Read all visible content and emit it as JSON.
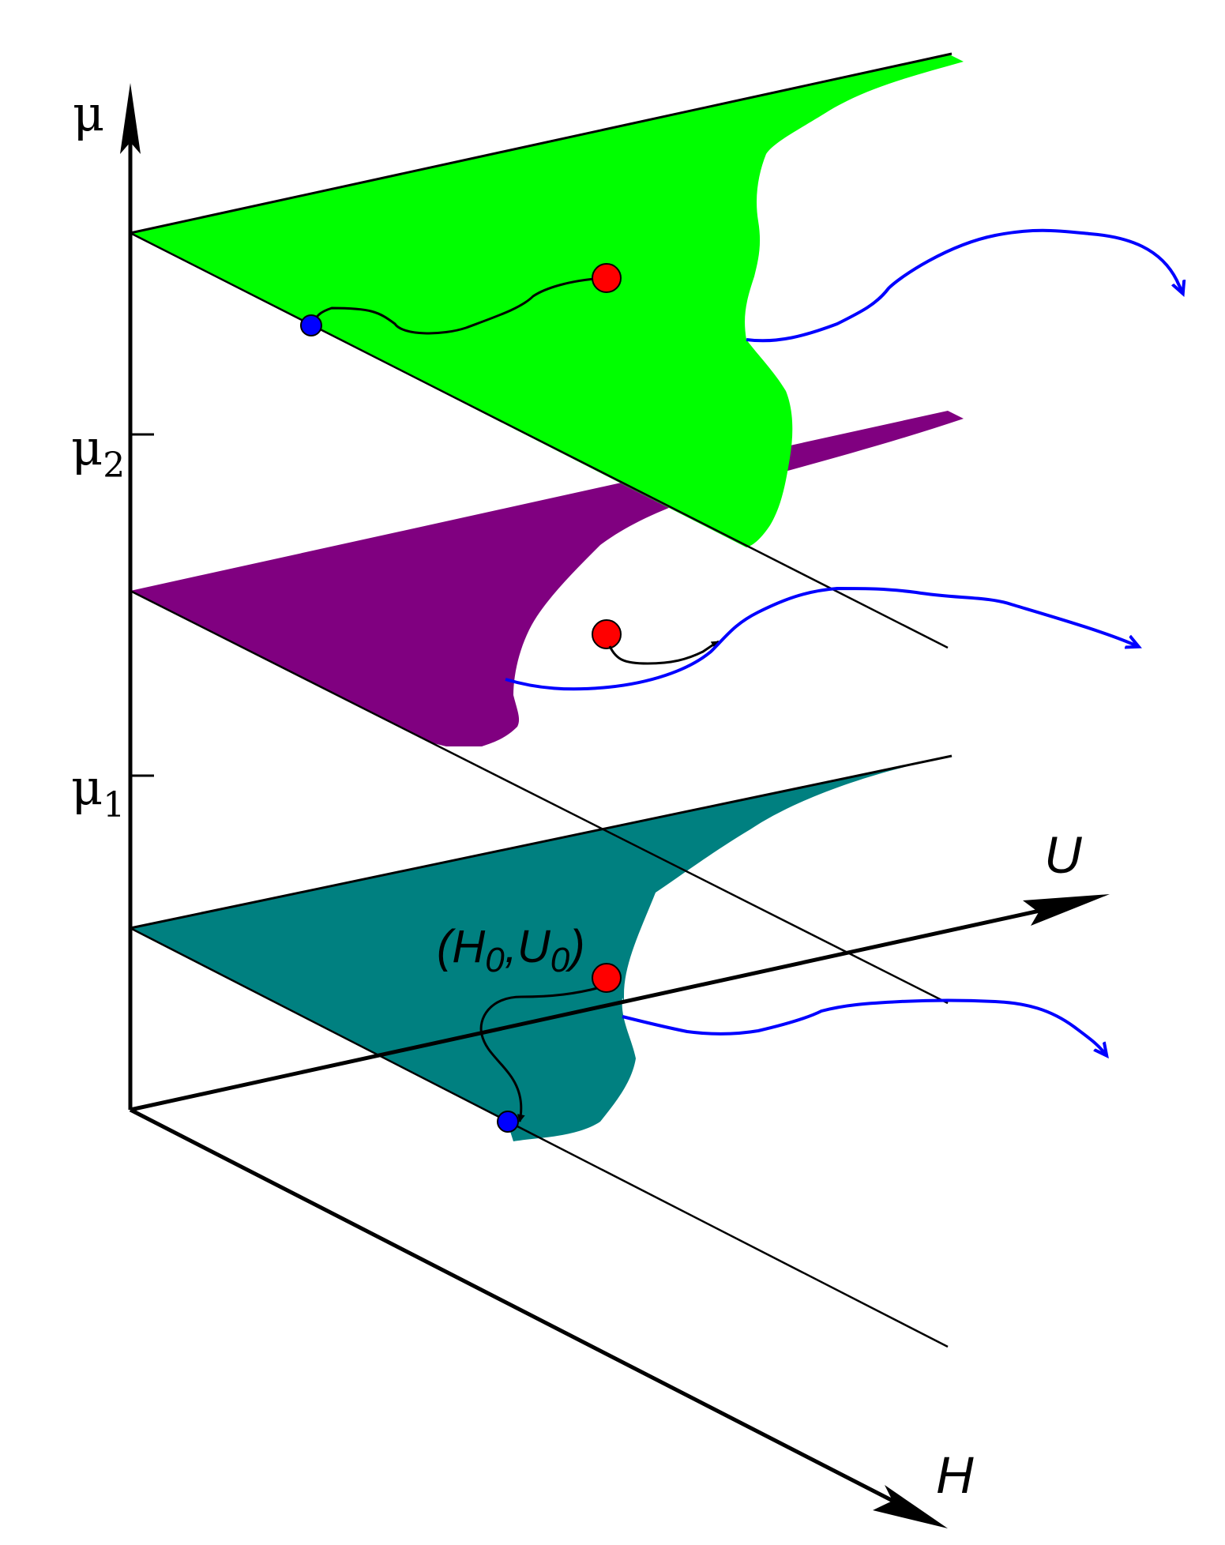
{
  "axes": {
    "vertical": {
      "label": "μ"
    },
    "horizontal_u": {
      "label": "U"
    },
    "horizontal_h": {
      "label": "H"
    }
  },
  "ticks": [
    {
      "symbol": "μ",
      "subscript": "2"
    },
    {
      "symbol": "μ",
      "subscript": "1"
    }
  ],
  "point_label": {
    "open": "(",
    "h": "H",
    "h_sub": "0",
    "comma": ",",
    "u": "U",
    "u_sub": "0",
    "close": ")"
  },
  "colors": {
    "top_region": "#00ff00",
    "middle_region": "#800080",
    "bottom_region": "#008080",
    "initial_point": "#ff0000",
    "absorbing_point": "#0000ff",
    "escape_path": "#0000ff",
    "inner_path": "#000000",
    "axes": "#000000"
  }
}
